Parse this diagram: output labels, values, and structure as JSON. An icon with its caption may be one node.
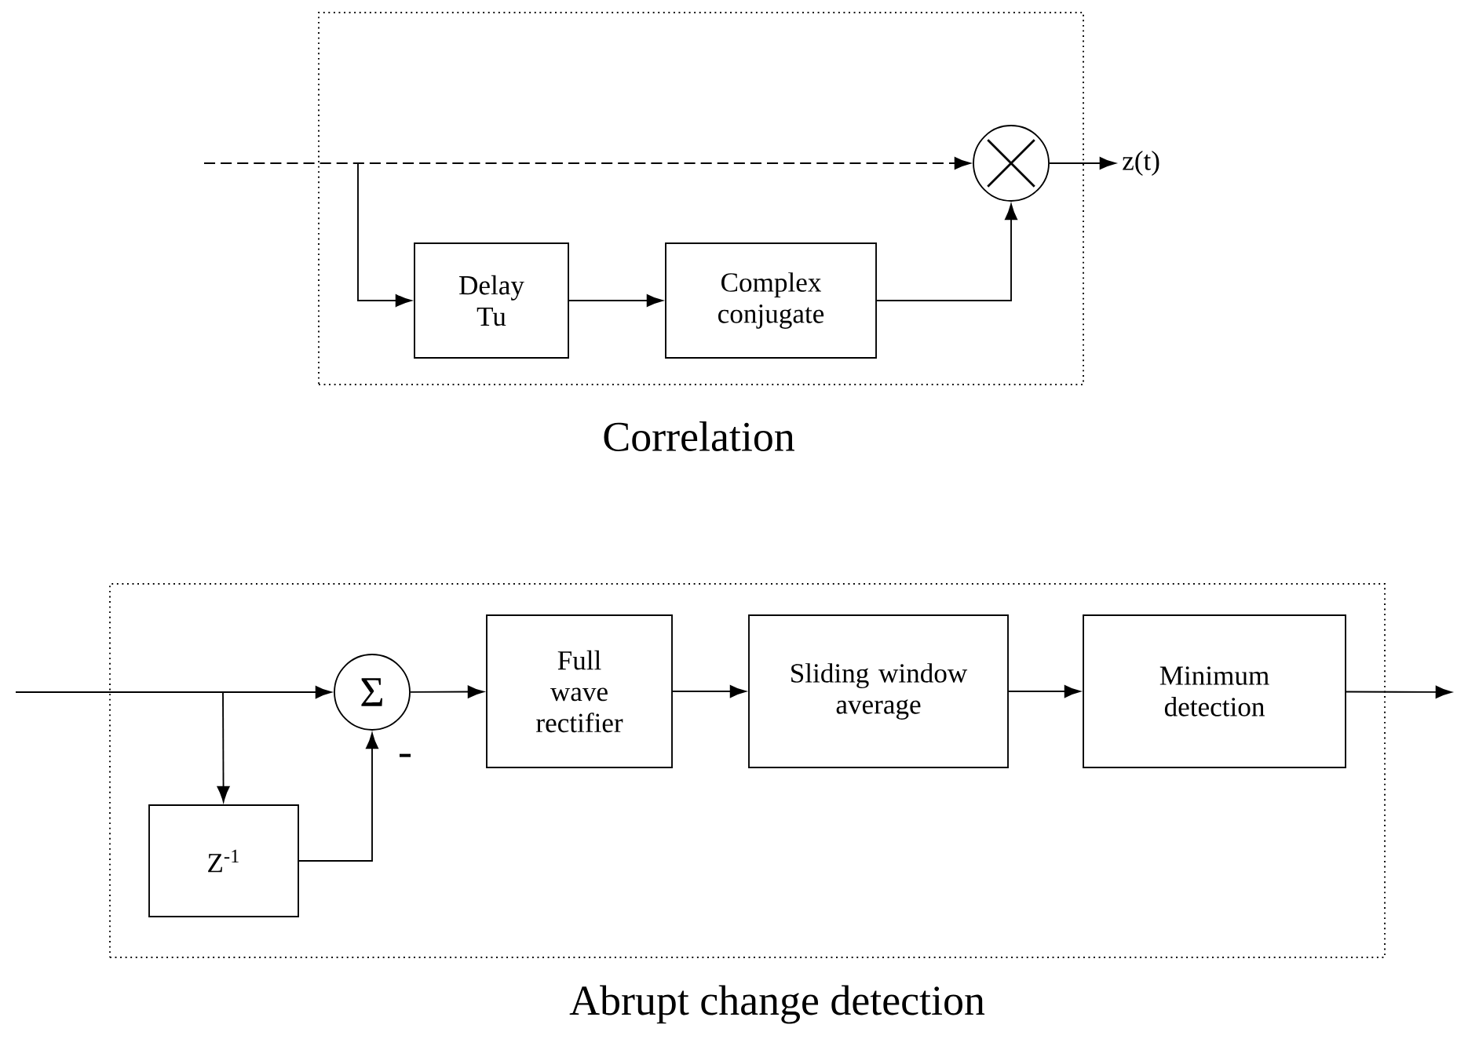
{
  "diagram": {
    "nodes": [
      {
        "text": [
          "Correlation"
        ]
      },
      {
        "text": [
          "Delay Tu"
        ],
        "in": 0
      },
      {
        "text": [
          "Complex conjugate"
        ],
        "in": 0
      },
      {
        "text": [],
        "shape": "circle",
        "in": 0
      },
      {
        "text": [
          "z(t)"
        ]
      },
      {
        "text": [
          "Abrupt change detection"
        ]
      },
      {
        "text": [
          "Σ"
        ],
        "in": 5
      },
      {
        "text": [
          "Z$^{-1}$"
        ],
        "in": 5
      },
      {
        "text": [
          "Full wave rectifier"
        ],
        "in": 5
      },
      {
        "text": [
          "Sliding window average"
        ],
        "in": 5
      },
      {
        "text": [
          "Minimum detection"
        ],
        "in": 5
      }
    ],
    "edges": [
      {
        "from": null,
        "to": 3,
        "arrow": "to",
        "style": "dashed"
      },
      {
        "from": null,
        "to": 1,
        "arrow": "to"
      },
      {
        "from": 1,
        "to": 2,
        "arrow": "to"
      },
      {
        "from": 2,
        "to": 3,
        "arrow": "to"
      },
      {
        "from": 3,
        "to": 4,
        "arrow": "to"
      },
      {
        "from": null,
        "to": 6,
        "arrow": "to"
      },
      {
        "from": null,
        "to": 7,
        "arrow": "to"
      },
      {
        "from": 7,
        "to": 6,
        "arrow": "to",
        "label": "-"
      },
      {
        "from": 6,
        "to": 8,
        "arrow": "to"
      },
      {
        "from": 8,
        "to": 9,
        "arrow": "to"
      },
      {
        "from": 9,
        "to": 10,
        "arrow": "to"
      },
      {
        "from": 10,
        "to": null,
        "arrow": "to"
      }
    ]
  }
}
